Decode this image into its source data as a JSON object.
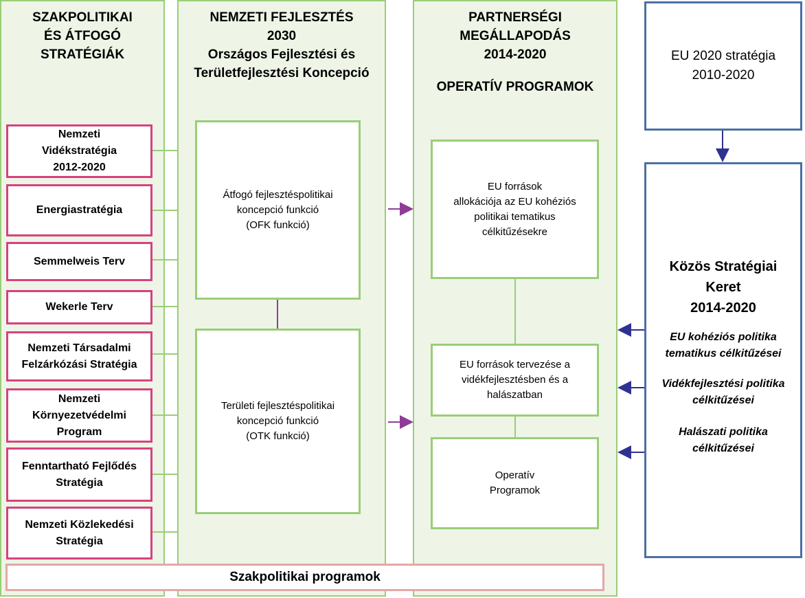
{
  "columns": {
    "sector": {
      "title_lines": [
        "SZAKPOLITIKAI",
        "ÉS ÁTFOGÓ",
        "STRATÉGIÁK"
      ]
    },
    "national": {
      "title_lines": [
        "NEMZETI FEJLESZTÉS",
        "2030",
        "Országos Fejlesztési és",
        "Területfejlesztési Koncepció"
      ]
    },
    "partnership": {
      "title_lines": [
        "PARTNERSÉGI",
        "MEGÁLLAPODÁS",
        "2014-2020"
      ],
      "subtitle": "OPERATÍV PROGRAMOK"
    }
  },
  "strategies": [
    {
      "lines": [
        "Nemzeti",
        "Vidékstratégia",
        "2012-2020"
      ]
    },
    {
      "lines": [
        "Energiastratégia"
      ]
    },
    {
      "lines": [
        "Semmelweis Terv"
      ]
    },
    {
      "lines": [
        "Wekerle Terv"
      ]
    },
    {
      "lines": [
        "Nemzeti Társadalmi",
        "Felzárkózási Stratégia"
      ]
    },
    {
      "lines": [
        "Nemzeti",
        "Környezetvédelmi",
        "Program"
      ]
    },
    {
      "lines": [
        "Fenntartható Fejlődés",
        "Stratégia"
      ]
    },
    {
      "lines": [
        "Nemzeti Közlekedési",
        "Stratégia"
      ]
    }
  ],
  "national_boxes": [
    {
      "lines": [
        "Átfogó fejlesztéspolitikai",
        "koncepció funkció",
        "(OFK funkció)"
      ]
    },
    {
      "lines": [
        "Területi fejlesztéspolitikai",
        "koncepció funkció",
        "(OTK funkció)"
      ]
    }
  ],
  "partnership_boxes": [
    {
      "lines": [
        "EU források",
        "allokációja az EU kohéziós",
        "politikai tematikus",
        "célkitűzésekre"
      ]
    },
    {
      "lines": [
        "EU források tervezése a",
        "vidékfejlesztésben és a",
        "halászatban"
      ]
    },
    {
      "lines": [
        "Operatív",
        "Programok"
      ]
    }
  ],
  "eu2020": {
    "lines": [
      "EU 2020 stratégia",
      "2010-2020"
    ]
  },
  "csf": {
    "title_lines": [
      "Közös Stratégiai",
      "Keret",
      "2014-2020"
    ],
    "goals": [
      {
        "lines": [
          "EU kohéziós politika",
          "tematikus célkitűzései"
        ]
      },
      {
        "lines": [
          "Vidékfejlesztési  politika",
          "célkitűzései"
        ]
      },
      {
        "lines": [
          "Halászati politika",
          "célkitűzései"
        ]
      }
    ]
  },
  "sector_programs": "Szakpolitikai programok",
  "colors": {
    "green": "#9acd78",
    "pink": "#d6417f",
    "blue": "#4a6fa5",
    "purple": "#8e3d97",
    "navy": "#2e3192"
  }
}
